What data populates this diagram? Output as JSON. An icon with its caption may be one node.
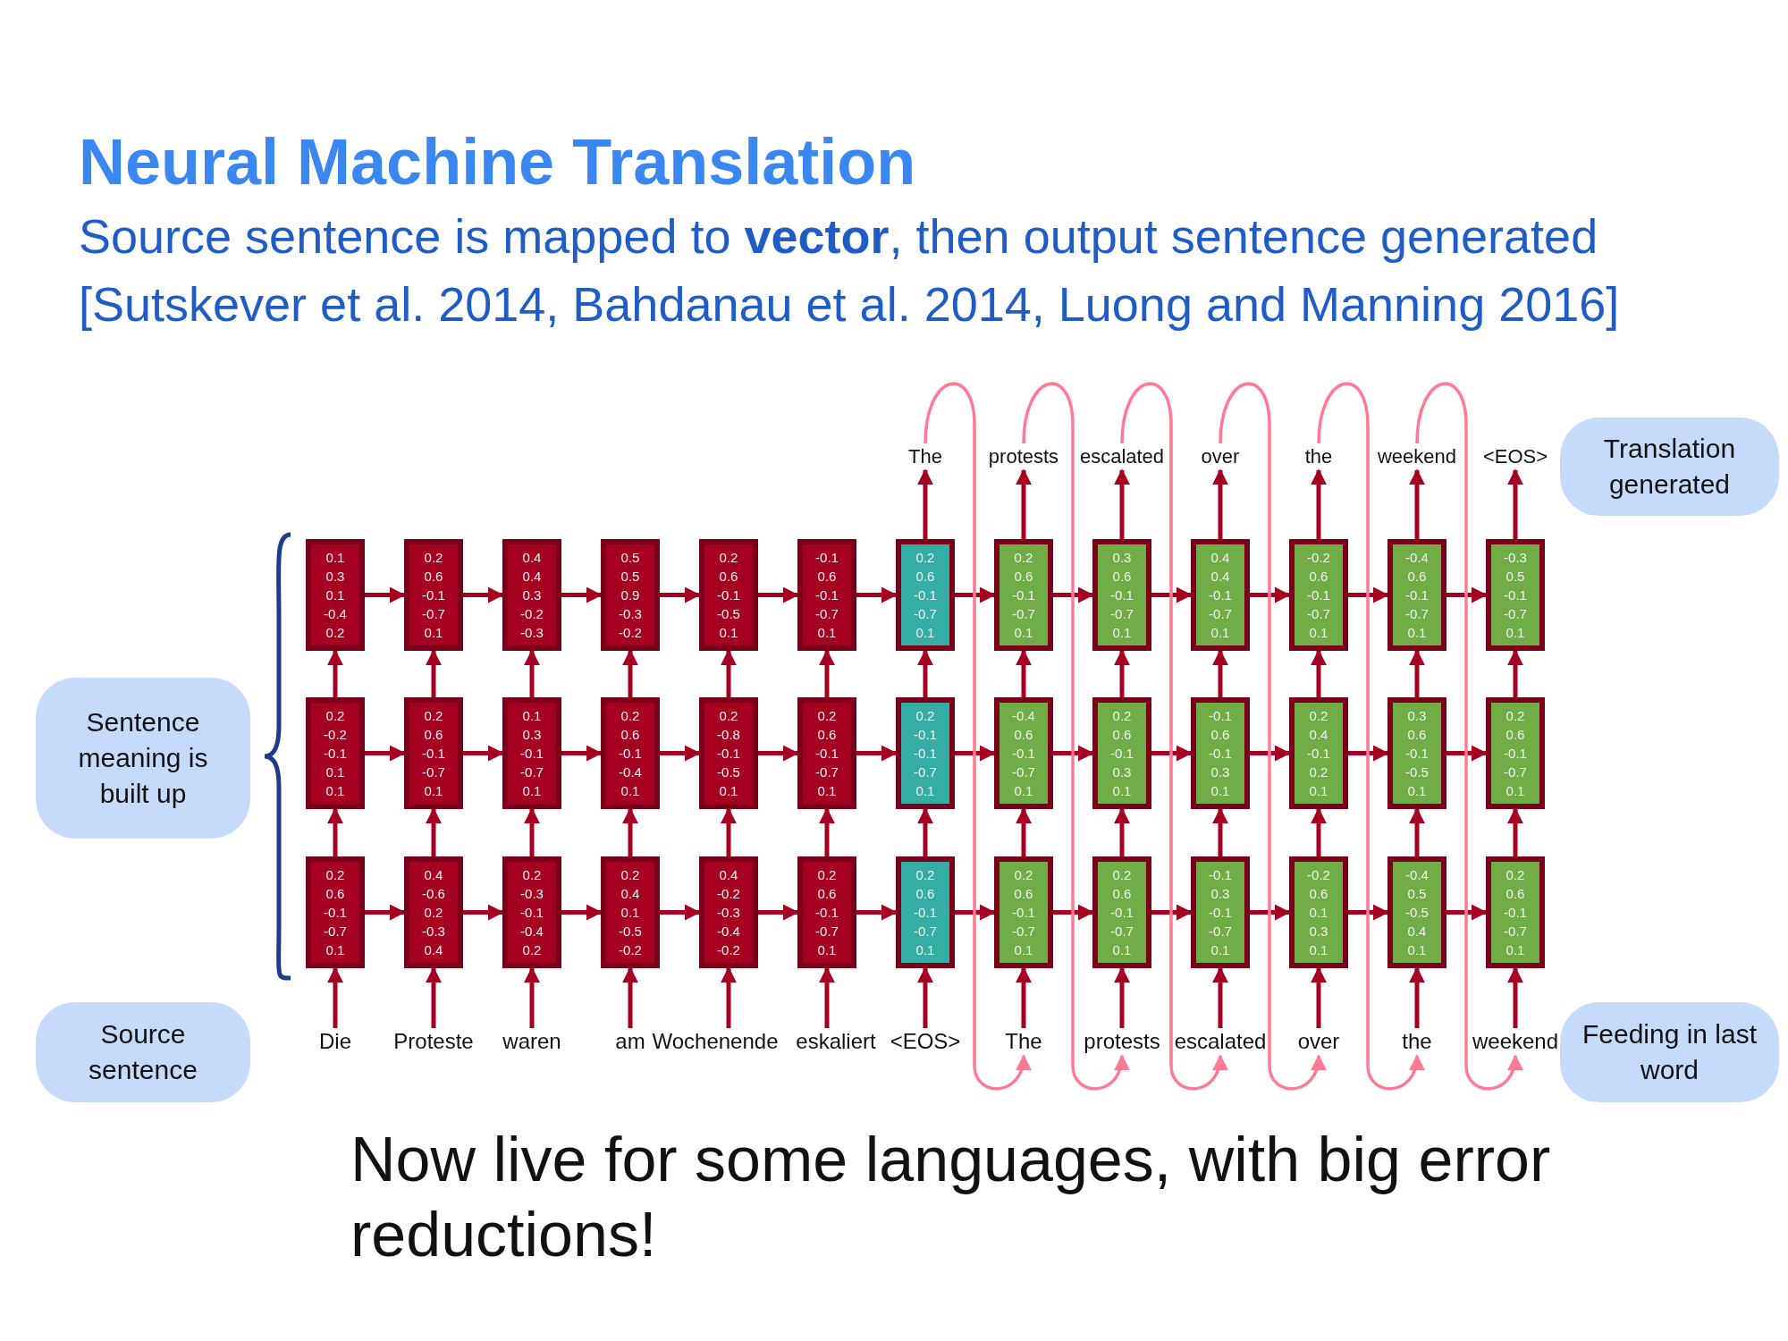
{
  "diagram": {
    "title": "Neural Machine Translation",
    "nodes": [
      {
        "text": [
          "The"
        ]
      },
      {
        "text": [
          "protests"
        ]
      },
      {
        "text": [
          "escalated"
        ]
      },
      {
        "text": [
          "over"
        ]
      },
      {
        "text": [
          "the"
        ]
      },
      {
        "text": [
          "weekend"
        ]
      },
      {
        "text": [
          "<EOS>"
        ]
      },
      {
        "text": [
          "Translation generated"
        ]
      },
      {
        "text": [
          "0.1 0.3 0.1 -0.4 0.2"
        ]
      },
      {
        "text": [
          "0.2 0.6 -0.1 -0.7 0.1"
        ]
      },
      {
        "text": [
          "0.4 0.4 0.3 -0.2 -0.3"
        ]
      },
      {
        "text": [
          "0.5 0.5 0.9 -0.3 -0.2"
        ]
      },
      {
        "text": [
          "0.2 0.6 -0.1 -0.5 0.1"
        ]
      },
      {
        "text": [
          "-0.1 0.6 -0.1 -0.7 0.1"
        ]
      },
      {
        "text": [
          "0.2 0.6 -0.1 -0.7 0.1"
        ]
      },
      {
        "text": [
          "0.2 0.6 -0.1 -0.7 0.1"
        ]
      },
      {
        "text": [
          "0.3 0.6 -0.1 -0.7 0.1"
        ]
      },
      {
        "text": [
          "0.4 0.4 -0.1 -0.7 0.1"
        ]
      },
      {
        "text": [
          "-0.2 0.6 -0.1 -0.7 0.1"
        ]
      },
      {
        "text": [
          "-0.4 0.6 -0.1 -0.7 0.1"
        ]
      },
      {
        "text": [
          "-0.3 0.5 -0.1 -0.7 0.1"
        ]
      },
      {
        "text": [
          "0.2 -0.2 -0.1 0.1 0.1"
        ]
      },
      {
        "text": [
          "0.2 0.6 -0.1 -0.7 0.1"
        ]
      },
      {
        "text": [
          "0.1 0.3 -0.1 -0.7 0.1"
        ]
      },
      {
        "text": [
          "0.2 0.6 -0.1 -0.4 0.1"
        ]
      },
      {
        "text": [
          "0.2 -0.8 -0.1 -0.5 0.1"
        ]
      },
      {
        "text": [
          "0.2 0.6 -0.1 -0.7 0.1"
        ]
      },
      {
        "text": [
          "0.2 -0.1 -0.1 -0.7 0.1"
        ]
      },
      {
        "text": [
          "-0.4 0.6 -0.1 -0.7 0.1"
        ]
      },
      {
        "text": [
          "0.2 0.6 -0.1 0.3 0.1"
        ]
      },
      {
        "text": [
          "-0.1 0.6 -0.1 0.3 0.1"
        ]
      },
      {
        "text": [
          "0.2 0.4 -0.1 0.2 0.1"
        ]
      },
      {
        "text": [
          "0.3 0.6 -0.1 -0.5 0.1"
        ]
      },
      {
        "text": [
          "0.2 0.6 -0.1 -0.7 0.1"
        ]
      },
      {
        "text": [
          "0.2 0.6 -0.1 -0.7 0.1"
        ]
      },
      {
        "text": [
          "0.4 -0.6 0.2 -0.3 0.4"
        ]
      },
      {
        "text": [
          "0.2 -0.3 -0.1 -0.4 0.2"
        ]
      },
      {
        "text": [
          "0.2 0.4 0.1 -0.5 -0.2"
        ]
      },
      {
        "text": [
          "0.4 -0.2 -0.3 -0.4 -0.2"
        ]
      },
      {
        "text": [
          "0.2 0.6 -0.1 -0.7 0.1"
        ]
      },
      {
        "text": [
          "0.2 0.6 -0.1 -0.7 0.1"
        ]
      },
      {
        "text": [
          "0.2 0.6 -0.1 -0.7 0.1"
        ]
      },
      {
        "text": [
          "0.2 0.6 -0.1 -0.7 0.1"
        ]
      },
      {
        "text": [
          "-0.1 0.3 -0.1 -0.7 0.1"
        ]
      },
      {
        "text": [
          "-0.2 0.6 0.1 0.3 0.1"
        ]
      },
      {
        "text": [
          "-0.4 0.5 -0.5 0.4 0.1"
        ]
      },
      {
        "text": [
          "0.2 0.6 -0.1 -0.7 0.1"
        ]
      },
      {
        "text": [
          "Sentence meaning is built up"
        ]
      },
      {
        "text": [
          "Source sentence"
        ]
      },
      {
        "text": [
          "Die"
        ]
      },
      {
        "text": [
          "Proteste"
        ]
      },
      {
        "text": [
          "waren"
        ]
      },
      {
        "text": [
          "am"
        ]
      },
      {
        "text": [
          "Wochenende"
        ]
      },
      {
        "text": [
          "eskaliert"
        ]
      },
      {
        "text": [
          "<EOS>"
        ]
      },
      {
        "text": [
          "The"
        ]
      },
      {
        "text": [
          "protests"
        ]
      },
      {
        "text": [
          "escalated"
        ]
      },
      {
        "text": [
          "over"
        ]
      },
      {
        "text": [
          "the"
        ]
      },
      {
        "text": [
          "weekend"
        ]
      },
      {
        "text": [
          "Feeding in last word"
        ]
      }
    ],
    "edges": [
      {
        "from": 49,
        "to": 34,
        "arrow": "to"
      },
      {
        "from": 50,
        "to": 35,
        "arrow": "to"
      },
      {
        "from": 51,
        "to": 36,
        "arrow": "to"
      },
      {
        "from": 52,
        "to": 37,
        "arrow": "to"
      },
      {
        "from": 53,
        "to": 38,
        "arrow": "to"
      },
      {
        "from": 54,
        "to": 39,
        "arrow": "to"
      },
      {
        "from": 55,
        "to": 40,
        "arrow": "to"
      },
      {
        "from": 56,
        "to": 41,
        "arrow": "to"
      },
      {
        "from": 57,
        "to": 42,
        "arrow": "to"
      },
      {
        "from": 58,
        "to": 43,
        "arrow": "to"
      },
      {
        "from": 59,
        "to": 44,
        "arrow": "to"
      },
      {
        "from": 60,
        "to": 45,
        "arrow": "to"
      },
      {
        "from": 61,
        "to": 46,
        "arrow": "to"
      },
      {
        "from": 34,
        "to": 35,
        "arrow": "to"
      },
      {
        "from": 35,
        "to": 36,
        "arrow": "to"
      },
      {
        "from": 36,
        "to": 37,
        "arrow": "to"
      },
      {
        "from": 37,
        "to": 38,
        "arrow": "to"
      },
      {
        "from": 38,
        "to": 39,
        "arrow": "to"
      },
      {
        "from": 39,
        "to": 40,
        "arrow": "to"
      },
      {
        "from": 40,
        "to": 41,
        "arrow": "to"
      },
      {
        "from": 41,
        "to": 42,
        "arrow": "to"
      },
      {
        "from": 42,
        "to": 43,
        "arrow": "to"
      },
      {
        "from": 43,
        "to": 44,
        "arrow": "to"
      },
      {
        "from": 44,
        "to": 45,
        "arrow": "to"
      },
      {
        "from": 45,
        "to": 46,
        "arrow": "to"
      },
      {
        "from": 34,
        "to": 21,
        "arrow": "to"
      },
      {
        "from": 35,
        "to": 22,
        "arrow": "to"
      },
      {
        "from": 36,
        "to": 23,
        "arrow": "to"
      },
      {
        "from": 37,
        "to": 24,
        "arrow": "to"
      },
      {
        "from": 38,
        "to": 25,
        "arrow": "to"
      },
      {
        "from": 39,
        "to": 26,
        "arrow": "to"
      },
      {
        "from": 40,
        "to": 27,
        "arrow": "to"
      },
      {
        "from": 41,
        "to": 28,
        "arrow": "to"
      },
      {
        "from": 42,
        "to": 29,
        "arrow": "to"
      },
      {
        "from": 43,
        "to": 30,
        "arrow": "to"
      },
      {
        "from": 44,
        "to": 31,
        "arrow": "to"
      },
      {
        "from": 45,
        "to": 32,
        "arrow": "to"
      },
      {
        "from": 46,
        "to": 33,
        "arrow": "to"
      },
      {
        "from": 21,
        "to": 22,
        "arrow": "to"
      },
      {
        "from": 22,
        "to": 23,
        "arrow": "to"
      },
      {
        "from": 23,
        "to": 24,
        "arrow": "to"
      },
      {
        "from": 24,
        "to": 25,
        "arrow": "to"
      },
      {
        "from": 25,
        "to": 26,
        "arrow": "to"
      },
      {
        "from": 26,
        "to": 27,
        "arrow": "to"
      },
      {
        "from": 27,
        "to": 28,
        "arrow": "to"
      },
      {
        "from": 28,
        "to": 29,
        "arrow": "to"
      },
      {
        "from": 29,
        "to": 30,
        "arrow": "to"
      },
      {
        "from": 30,
        "to": 31,
        "arrow": "to"
      },
      {
        "from": 31,
        "to": 32,
        "arrow": "to"
      },
      {
        "from": 32,
        "to": 33,
        "arrow": "to"
      },
      {
        "from": 21,
        "to": 8,
        "arrow": "to"
      },
      {
        "from": 22,
        "to": 9,
        "arrow": "to"
      },
      {
        "from": 23,
        "to": 10,
        "arrow": "to"
      },
      {
        "from": 24,
        "to": 11,
        "arrow": "to"
      },
      {
        "from": 25,
        "to": 12,
        "arrow": "to"
      },
      {
        "from": 26,
        "to": 13,
        "arrow": "to"
      },
      {
        "from": 27,
        "to": 14,
        "arrow": "to"
      },
      {
        "from": 28,
        "to": 15,
        "arrow": "to"
      },
      {
        "from": 29,
        "to": 16,
        "arrow": "to"
      },
      {
        "from": 30,
        "to": 17,
        "arrow": "to"
      },
      {
        "from": 31,
        "to": 18,
        "arrow": "to"
      },
      {
        "from": 32,
        "to": 19,
        "arrow": "to"
      },
      {
        "from": 33,
        "to": 20,
        "arrow": "to"
      },
      {
        "from": 8,
        "to": 9,
        "arrow": "to"
      },
      {
        "from": 9,
        "to": 10,
        "arrow": "to"
      },
      {
        "from": 10,
        "to": 11,
        "arrow": "to"
      },
      {
        "from": 11,
        "to": 12,
        "arrow": "to"
      },
      {
        "from": 12,
        "to": 13,
        "arrow": "to"
      },
      {
        "from": 13,
        "to": 14,
        "arrow": "to"
      },
      {
        "from": 14,
        "to": 15,
        "arrow": "to"
      },
      {
        "from": 15,
        "to": 16,
        "arrow": "to"
      },
      {
        "from": 16,
        "to": 17,
        "arrow": "to"
      },
      {
        "from": 17,
        "to": 18,
        "arrow": "to"
      },
      {
        "from": 18,
        "to": 19,
        "arrow": "to"
      },
      {
        "from": 19,
        "to": 20,
        "arrow": "to"
      },
      {
        "from": 14,
        "to": 0,
        "arrow": "to"
      },
      {
        "from": 15,
        "to": 1,
        "arrow": "to"
      },
      {
        "from": 16,
        "to": 2,
        "arrow": "to"
      },
      {
        "from": 17,
        "to": 3,
        "arrow": "to"
      },
      {
        "from": 18,
        "to": 4,
        "arrow": "to"
      },
      {
        "from": 19,
        "to": 5,
        "arrow": "to"
      },
      {
        "from": 20,
        "to": 6,
        "arrow": "to"
      },
      {
        "from": 0,
        "to": 56,
        "arrow": "to",
        "color": "#ff7a93"
      },
      {
        "from": 1,
        "to": 57,
        "arrow": "to",
        "color": "#ff7a93"
      },
      {
        "from": 2,
        "to": 58,
        "arrow": "to",
        "color": "#ff7a93"
      },
      {
        "from": 3,
        "to": 59,
        "arrow": "to",
        "color": "#ff7a93"
      },
      {
        "from": 4,
        "to": 60,
        "arrow": "to",
        "color": "#ff7a93"
      },
      {
        "from": 5,
        "to": 61,
        "arrow": "to",
        "color": "#ff7a93"
      }
    ],
    "labels": [
      "Source sentence is mapped to **vector**, then output sentence generated",
      "[Sutskever et al. 2014, Bahdanau et al. 2014, Luong and Manning 2016]",
      "Now live for some languages, with big error reductions!"
    ]
  }
}
